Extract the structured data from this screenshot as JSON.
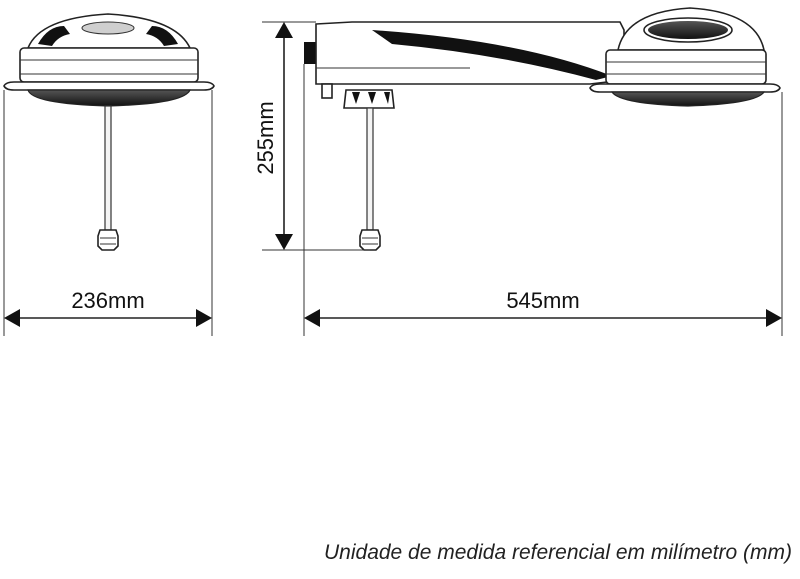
{
  "dimensions": {
    "front_width": "236mm",
    "side_width": "545mm",
    "height": "255mm"
  },
  "caption": "Unidade de medida referencial em milímetro (mm)"
}
